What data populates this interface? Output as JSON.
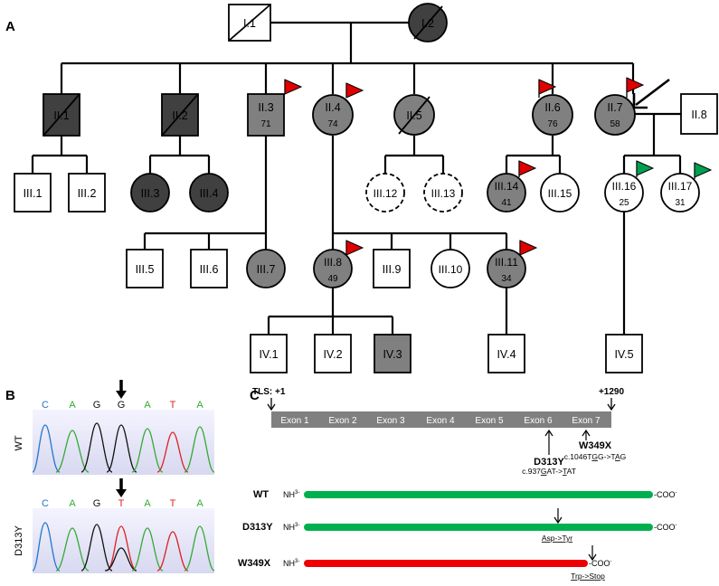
{
  "panels": {
    "a": "A",
    "b": "B",
    "c": "C"
  },
  "pedigree": {
    "I1": "I.1",
    "I2": "I.2",
    "II1": "II.1",
    "II2": "II.2",
    "II3": "II.3",
    "II3_age": "71",
    "II4": "II.4",
    "II4_age": "74",
    "II5": "II.5",
    "II6": "II.6",
    "II6_age": "76",
    "II7": "II.7",
    "II7_age": "58",
    "II8": "II.8",
    "III1": "III.1",
    "III2": "III.2",
    "III3": "III.3",
    "III4": "III.4",
    "III5": "III.5",
    "III6": "III.6",
    "III7": "III.7",
    "III8": "III.8",
    "III8_age": "49",
    "III9": "III.9",
    "III10": "III.10",
    "III11": "III.11",
    "III11_age": "34",
    "III12": "III.12",
    "III13": "III.13",
    "III14": "III.14",
    "III14_age": "41",
    "III15": "III.15",
    "III16": "III.16",
    "III16_age": "25",
    "III17": "III.17",
    "III17_age": "31",
    "IV1": "IV.1",
    "IV2": "IV.2",
    "IV3": "IV.3",
    "IV4": "IV.4",
    "IV5": "IV.5"
  },
  "chromatogram": {
    "wt_label": "WT",
    "mut_label": "D313Y",
    "wt_bases": [
      "C",
      "A",
      "G",
      "G",
      "A",
      "T",
      "A"
    ],
    "mut_bases": [
      "C",
      "A",
      "G",
      "T",
      "A",
      "T",
      "A"
    ],
    "base_colors": {
      "A": "#33aa33",
      "C": "#2277cc",
      "G": "#111111",
      "T": "#dd2222"
    }
  },
  "gene": {
    "tls_label": "TLS: +1",
    "end_label": "+1290",
    "exons": [
      "Exon 1",
      "Exon 2",
      "Exon 3",
      "Exon 4",
      "Exon 5",
      "Exon 6",
      "Exon 7"
    ],
    "mut1_name": "D313Y",
    "mut1_cdna_pre": "c.937",
    "mut1_cdna_ref": "G",
    "mut1_cdna_mid": "AT->",
    "mut1_cdna_alt": "T",
    "mut1_cdna_post": "AT",
    "mut2_name": "W349X",
    "mut2_cdna_pre": "c.1046T",
    "mut2_cdna_ref": "G",
    "mut2_cdna_mid": "G->T",
    "mut2_cdna_alt": "A",
    "mut2_cdna_post": "G"
  },
  "proteins": {
    "nh": "NH",
    "nh_sup": "3-",
    "coo": "-COO",
    "coo_sup": "-",
    "wt_label": "WT",
    "d313y_label": "D313Y",
    "d313y_change": "Asp->Tyr",
    "w349x_label": "W349X",
    "w349x_change": "Trp->Stop",
    "colors": {
      "normal": "#00b04f",
      "truncated": "#ee0000"
    }
  }
}
